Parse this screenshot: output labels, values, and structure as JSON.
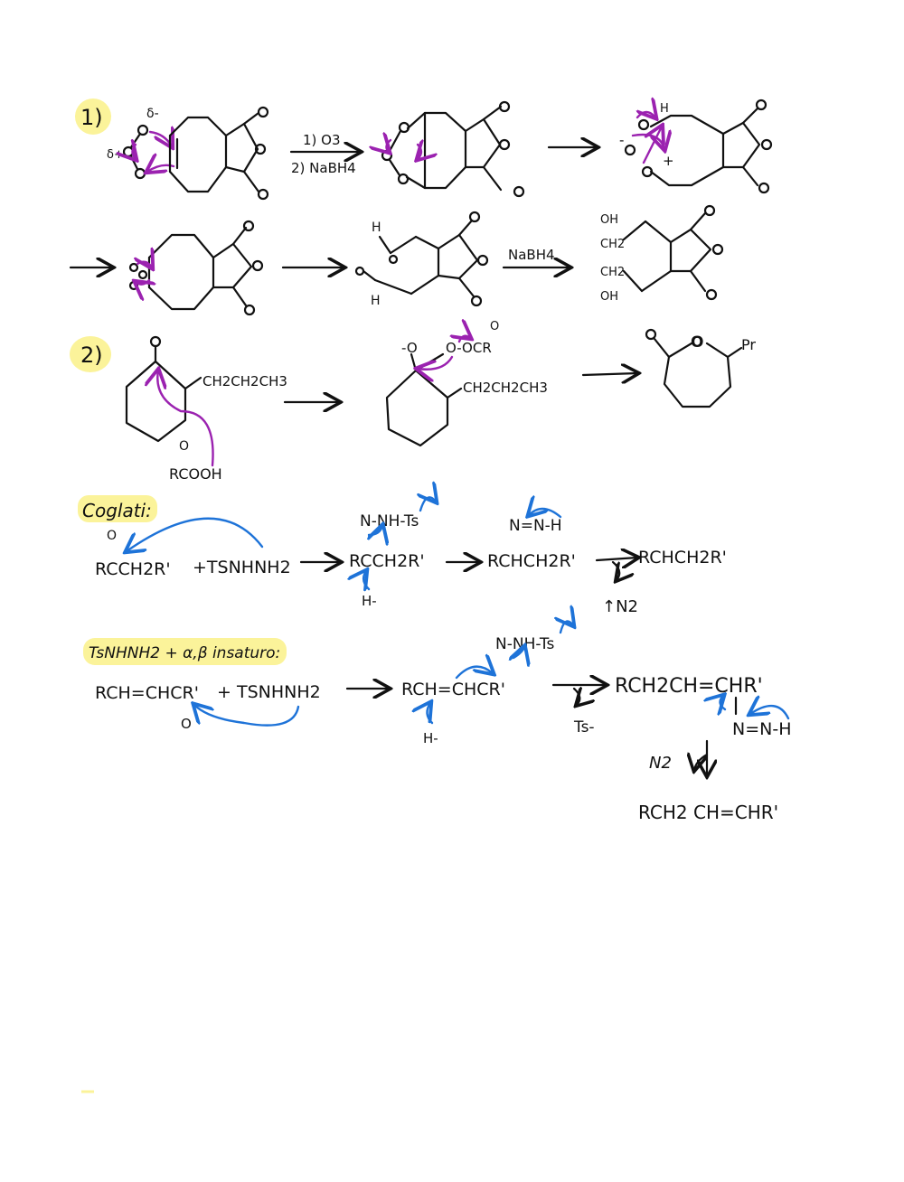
{
  "colors": {
    "highlight": "#fbf39a",
    "ink": "#111111",
    "mechanism_purple": "#9b22b0",
    "mechanism_blue": "#1e73d8"
  },
  "section1": {
    "number": "1)",
    "partial_minus": "δ-",
    "partial_plus": "δ+",
    "conditions_top": "1) O3",
    "conditions_bottom": "2) NaBH4",
    "minus": "-",
    "plus": "+",
    "h": "H",
    "nabh4": "NaBH4",
    "oh": "OH",
    "ch2": "CH2"
  },
  "section2": {
    "number": "2)",
    "propyl": "CH2CH2CH3",
    "peracid": "RCOOH",
    "peracid_o": "O",
    "peroxy": "O-OCR",
    "alkoxide": "-O",
    "pr": "Pr",
    "o": "O"
  },
  "coupling": {
    "title": "Coglati:",
    "ketone": "RCCH2R'",
    "ketone_o": "O",
    "reagent": "+TSNHNH2",
    "hydrazone_top": "N-NH-Ts",
    "hydrazone_base": "RCCH2R'",
    "hydride": "H-",
    "diazene_top": "N=N-H",
    "diazene_base": "RCHCH2R'",
    "product": "RCHCH2R'",
    "n2": "↑N2"
  },
  "unsaturated": {
    "title": "TsNHNH2 + α,β insaturo:",
    "enone": "RCH=CHCR'",
    "enone_o": "O",
    "plus_reagent": "+ TSNHNH2",
    "hydrazone_top": "N-NH-Ts",
    "hydrazone_base": "RCH=CHCR'",
    "hydride": "H-",
    "ts_minus": "Ts-",
    "allyl": "RCH2CH=CHR'",
    "diazene": "N=N-H",
    "n2": "N2",
    "final": "RCH2 CH=CHR'"
  }
}
